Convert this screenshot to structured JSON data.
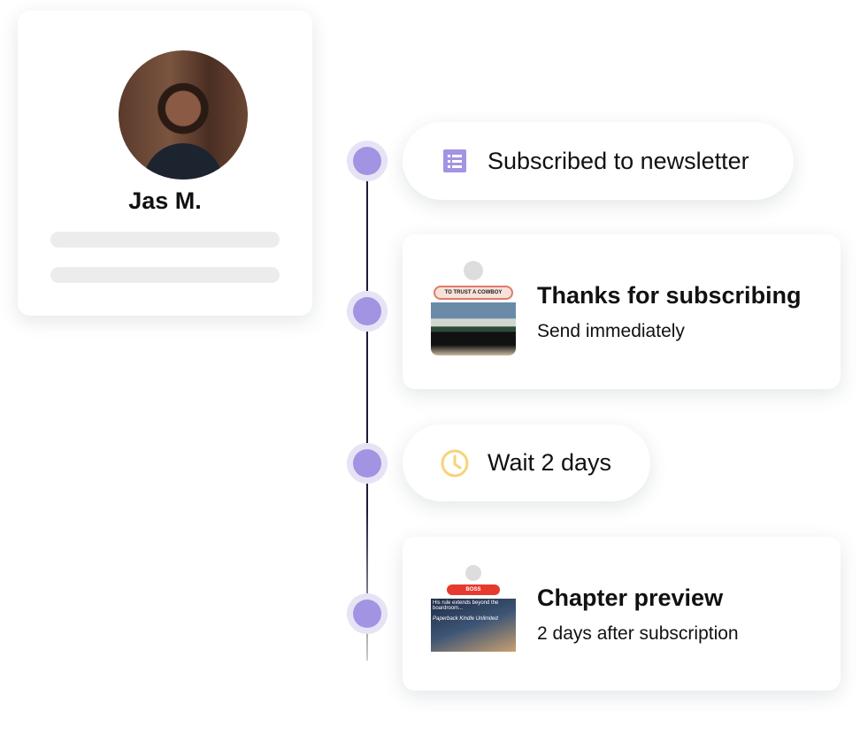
{
  "profile": {
    "name": "Jas M."
  },
  "steps": [
    {
      "label": "Subscribed to newsletter",
      "icon": "newsletter-form-icon"
    },
    {
      "title": "Thanks for subscribing",
      "subtitle": "Send immediately",
      "thumbnail": {
        "button": "TO TRUST A COWBOY"
      }
    },
    {
      "label": "Wait 2 days",
      "icon": "clock-icon"
    },
    {
      "title": "Chapter preview",
      "subtitle": "2 days after subscription",
      "thumbnail": {
        "button": "BOSS",
        "headline": "His rule extends beyond the boardroom...",
        "formats": "Paperback Kindle Unlimited"
      }
    }
  ],
  "colors": {
    "accent": "#a393e3",
    "clock": "#f5d478"
  }
}
